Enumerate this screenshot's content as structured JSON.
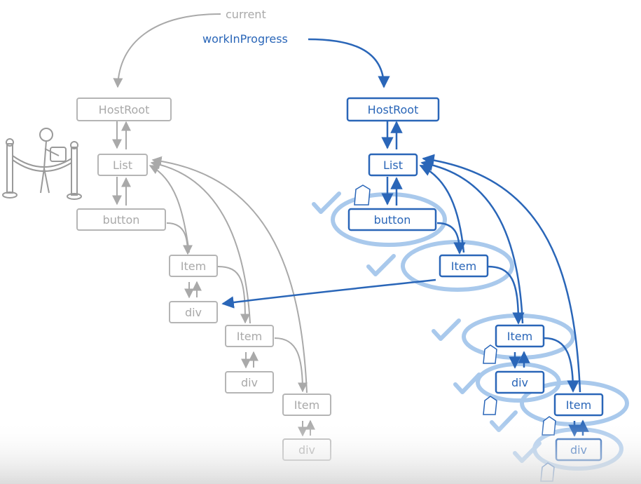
{
  "labels": {
    "current": "current",
    "work_in_progress": "workInProgress"
  },
  "current_tree": {
    "host_root": "HostRoot",
    "list": "List",
    "button": "button",
    "item1": "Item",
    "div1": "div",
    "item2": "Item",
    "div2": "div",
    "item3": "Item",
    "div3": "div"
  },
  "wip_tree": {
    "host_root": "HostRoot",
    "list": "List",
    "button": "button",
    "item1": "Item",
    "item2": "Item",
    "div2": "div",
    "item3": "Item",
    "div3": "div"
  },
  "colors": {
    "current": "#a9a9a9",
    "wip": "#2a66b8",
    "highlight": "#a9c9ec",
    "check": "#a9c9ec"
  }
}
